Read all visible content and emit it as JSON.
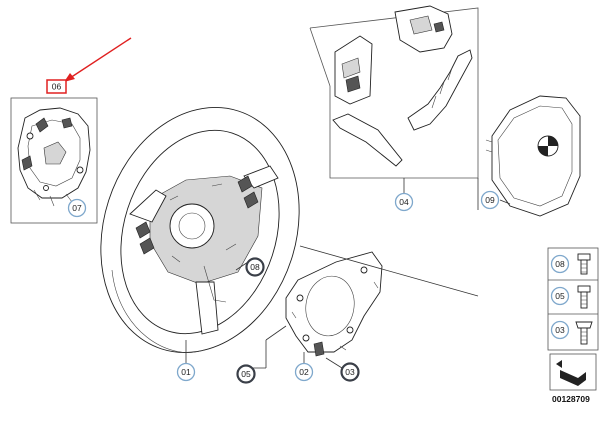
{
  "diagram": {
    "diagram_number": "00128709",
    "highlight_color": "#e02020",
    "highlighted_label": "06",
    "callouts": [
      {
        "id": "c01",
        "label": "01"
      },
      {
        "id": "c02",
        "label": "02"
      },
      {
        "id": "c03",
        "label": "03"
      },
      {
        "id": "c04",
        "label": "04"
      },
      {
        "id": "c05",
        "label": "05"
      },
      {
        "id": "c07",
        "label": "07"
      },
      {
        "id": "c08",
        "label": "08"
      },
      {
        "id": "c09",
        "label": "09"
      }
    ],
    "side_panel": [
      {
        "id": "p08",
        "label": "08"
      },
      {
        "id": "p05",
        "label": "05"
      },
      {
        "id": "p03",
        "label": "03"
      }
    ]
  }
}
